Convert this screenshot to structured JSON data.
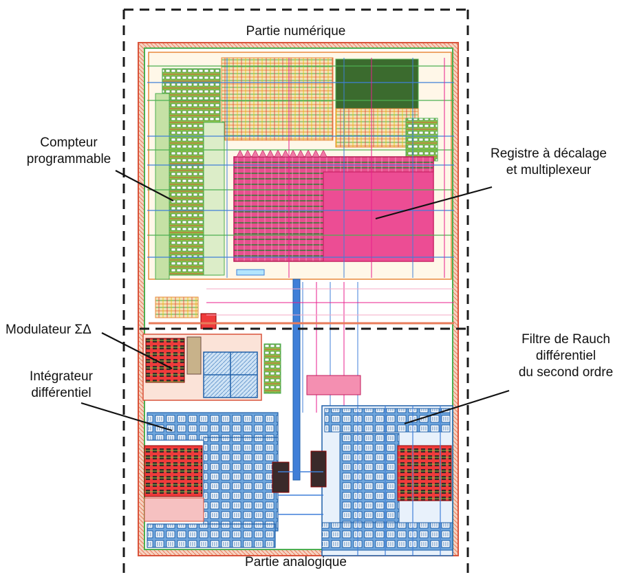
{
  "title_top": "Partie numérique",
  "title_bottom": "Partie analogique",
  "annotations": {
    "compteur": [
      "Compteur",
      "programmable"
    ],
    "registre": [
      "Registre à décalage",
      "et multiplexeur"
    ],
    "modulateur": [
      "Modulateur ΣΔ"
    ],
    "integrateur": [
      "Intégrateur",
      "différentiel"
    ],
    "filtre": [
      "Filtre de Rauch",
      "différentiel",
      "du second ordre"
    ]
  },
  "colors": {
    "boundary": "#1a1a1a",
    "metal_green": "#4caf50",
    "metal_blue": "#3f7fd8",
    "poly_red": "#e53935",
    "magenta": "#e91e8c",
    "orange": "#e8893a",
    "yellow": "#e6c200",
    "grey_bg": "#d9d9d9",
    "light_blue_cell": "#b9d7f0"
  }
}
